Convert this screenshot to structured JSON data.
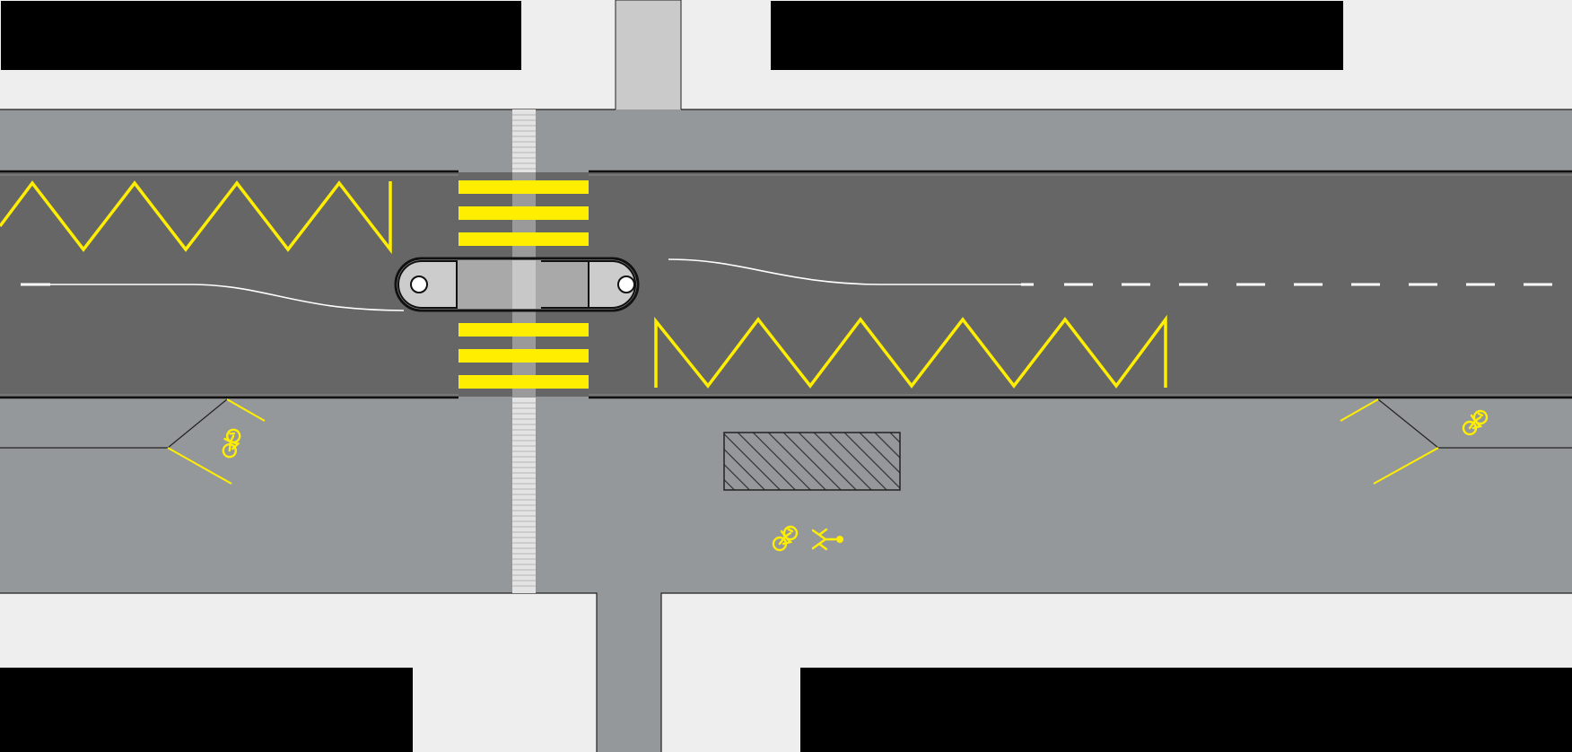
{
  "diagram": {
    "kind": "road-layout-plan",
    "colors": {
      "background": "#eeeeee",
      "building": "#000000",
      "shared_path": "#95989a",
      "carriageway": "#666666",
      "footpath_link": "#cacaca",
      "crossing_stripe": "#ffee00",
      "zigzag": "#ffee00",
      "lane_marking": "#ffffff",
      "island": "#a9a9a9",
      "bollard": "#cccccc",
      "tactile_paving": "#e3e3e3",
      "hatched_box": "#95989a",
      "outline": "#222222"
    },
    "elements": {
      "buildings": [
        "building-top-left",
        "building-top-right",
        "building-bottom-left",
        "building-bottom-right"
      ],
      "crossing": "zebra-crossing",
      "island": "pedestrian-refuge-island",
      "bollards": 2,
      "zigzag_groups": 2,
      "symbols": [
        "cycle-symbol",
        "pedestrian-symbol"
      ]
    }
  }
}
